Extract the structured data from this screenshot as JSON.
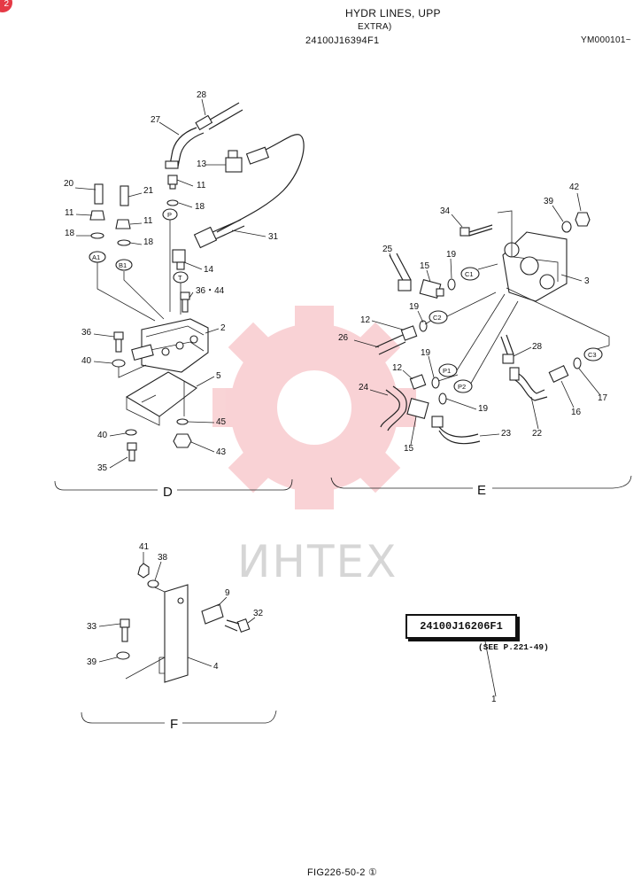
{
  "header": {
    "title": "HYDR LINES, UPP",
    "subtitle": "EXTRA)",
    "part_number": "24100J16394F1",
    "serial": "YM000101~"
  },
  "badge": "2",
  "footer": "FIG226-50-2 ①",
  "watermark": "ИНТЕХ",
  "reference": {
    "box": "24100J16206F1",
    "see": "(SEE P.221-49)",
    "callout": "1"
  },
  "sections": [
    "D",
    "E",
    "F"
  ],
  "port_markers": [
    "A1",
    "B1",
    "P",
    "T",
    "C1",
    "C2",
    "P1",
    "P2",
    "C3"
  ],
  "callouts_d": [
    "28",
    "27",
    "13",
    "11",
    "20",
    "21",
    "11",
    "11",
    "18",
    "18",
    "18",
    "31",
    "14",
    "36・44",
    "2",
    "36",
    "40",
    "5",
    "45",
    "40",
    "43",
    "35"
  ],
  "callouts_e": [
    "42",
    "39",
    "34",
    "25",
    "15",
    "19",
    "3",
    "19",
    "12",
    "26",
    "28",
    "19",
    "12",
    "24",
    "19",
    "16",
    "17",
    "22",
    "15",
    "23"
  ],
  "callouts_f": [
    "41",
    "38",
    "9",
    "32",
    "33",
    "39",
    "4"
  ],
  "accent_color": "#e53945"
}
